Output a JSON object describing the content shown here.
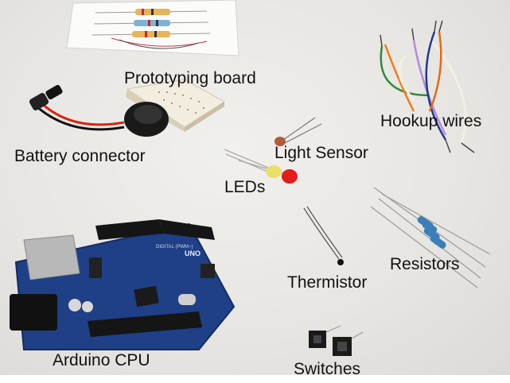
{
  "labels": {
    "prototyping_board": "Prototyping board",
    "battery_connector": "Battery connector",
    "light_sensor": "Light Sensor",
    "hookup_wires": "Hookup wires",
    "leds": "LEDs",
    "resistors": "Resistors",
    "thermistor": "Thermistor",
    "arduino_cpu": "Arduino CPU",
    "switches": "Switches"
  },
  "board_print": {
    "uno": "UNO",
    "digital": "DIGITAL (PWM~)"
  },
  "colors": {
    "background": "#e7e5e1",
    "arduino_pcb": "#1f3f86",
    "breadboard": "#efe8d6",
    "resistor_body": "#3a7fb8",
    "led_red": "#e21b1b",
    "led_yellow": "#e8e06a"
  }
}
